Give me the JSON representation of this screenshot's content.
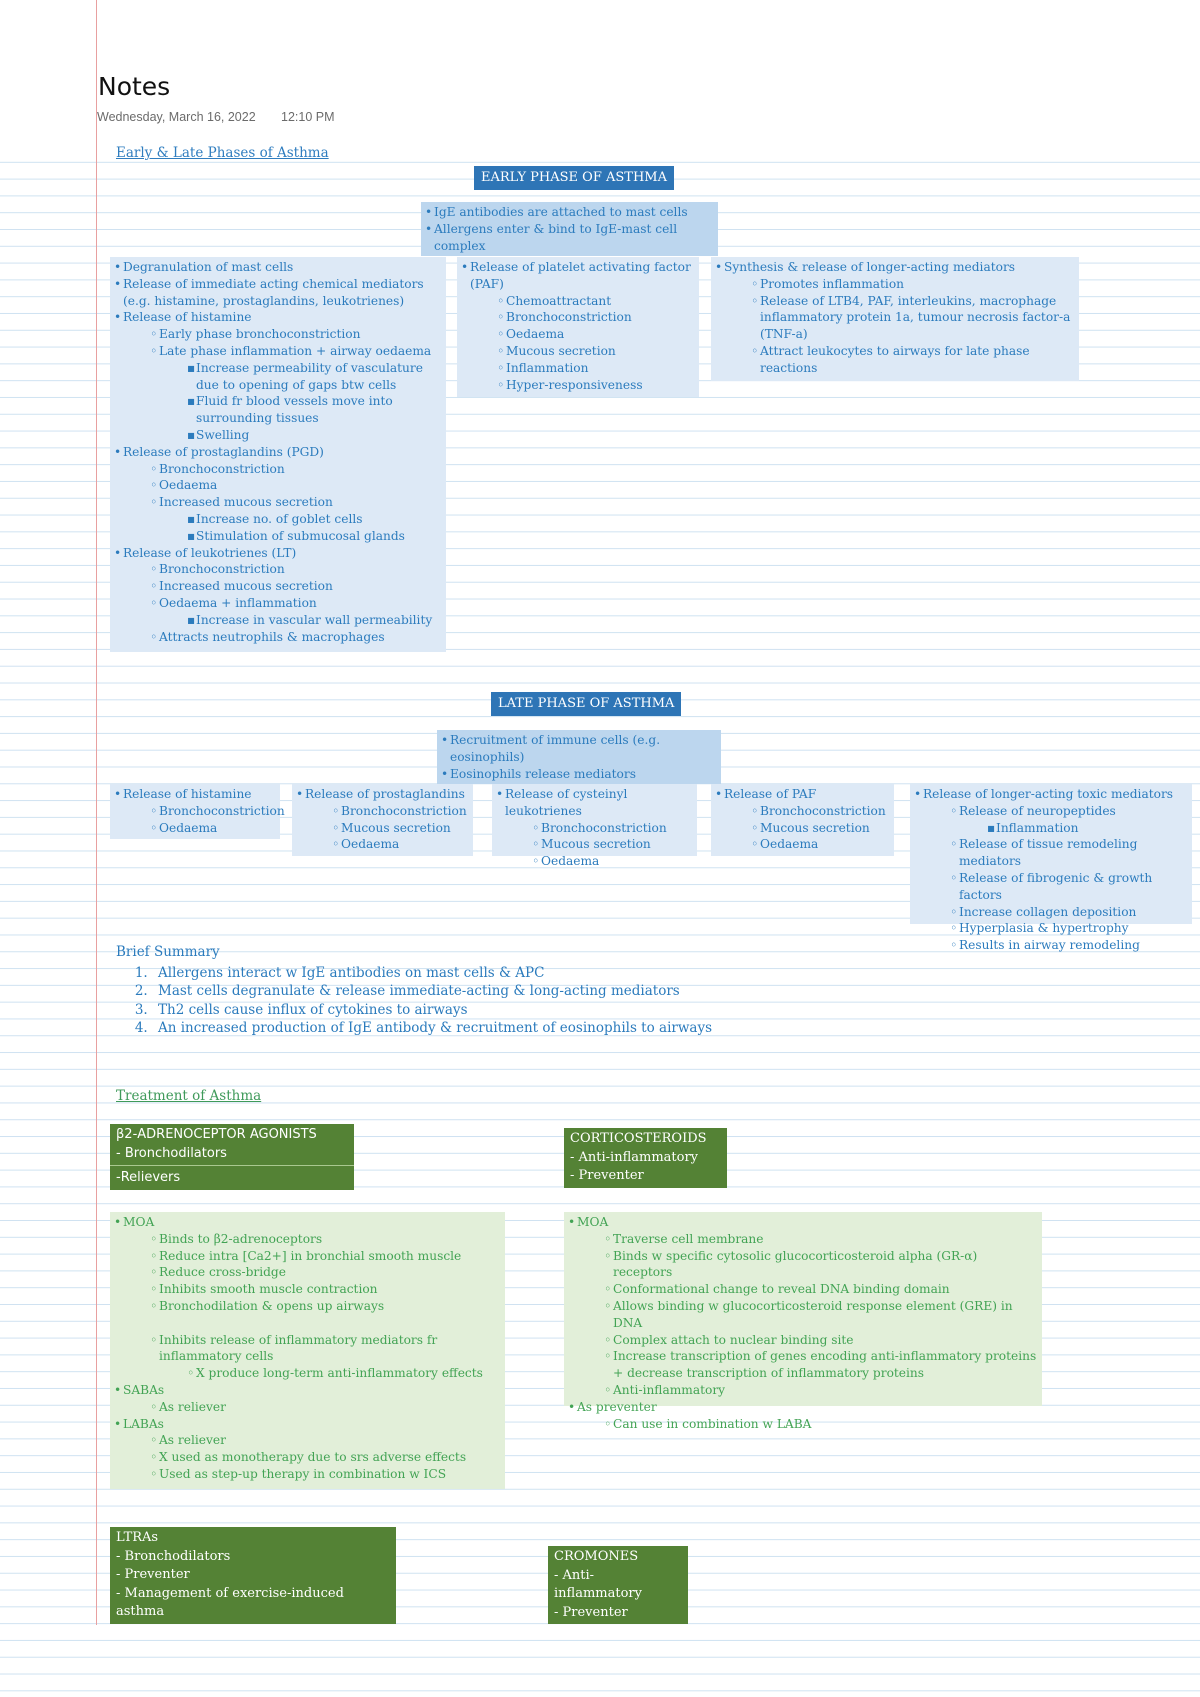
{
  "header": {
    "title": "Notes",
    "date": "Wednesday, March 16, 2022",
    "time": "12:10 PM"
  },
  "section1_title": "Early & Late Phases of Asthma",
  "early": {
    "banner": "EARLY PHASE OF ASTHMA",
    "intro": [
      "IgE antibodies are attached to mast cells",
      "Allergens enter & bind to IgE-mast cell complex"
    ],
    "col1": {
      "degranulation": "Degranulation of mast cells",
      "immediate": "Release of immediate acting chemical mediators (e.g. histamine, prostaglandins, leukotrienes)",
      "histamine": "Release of histamine",
      "histamine_sub": [
        "Early phase bronchoconstriction",
        "Late phase inflammation + airway oedaema"
      ],
      "histamine_sub2": [
        "Increase permeability of vasculature due to opening of gaps btw cells",
        "Fluid fr blood vessels move into surrounding tissues",
        "Swelling"
      ],
      "pgd": "Release of prostaglandins (PGD)",
      "pgd_sub": [
        "Bronchoconstriction",
        "Oedaema",
        "Increased mucous secretion"
      ],
      "pgd_sub2": [
        "Increase no. of goblet cells",
        "Stimulation of submucosal glands"
      ],
      "lt": "Release of leukotrienes (LT)",
      "lt_sub": [
        "Bronchoconstriction",
        "Increased mucous secretion",
        "Oedaema + inflammation"
      ],
      "lt_sub2": "Increase in vascular wall permeability",
      "lt_last": "Attracts neutrophils & macrophages"
    },
    "col2": {
      "title": "Release of platelet activating factor (PAF)",
      "items": [
        "Chemoattractant",
        "Bronchoconstriction",
        "Oedaema",
        "Mucous secretion",
        "Inflammation",
        "Hyper-responsiveness"
      ]
    },
    "col3": {
      "title": "Synthesis & release of longer-acting mediators",
      "items": [
        "Promotes inflammation",
        "Release of LTB4, PAF, interleukins, macrophage inflammatory protein 1a, tumour necrosis factor-a (TNF-a)",
        "Attract leukocytes to airways for late phase reactions"
      ]
    }
  },
  "late": {
    "banner": "LATE PHASE OF ASTHMA",
    "intro": [
      "Recruitment of immune cells (e.g. eosinophils)",
      "Eosinophils release mediators"
    ],
    "boxes": [
      {
        "title": "Release of histamine",
        "items": [
          "Bronchoconstriction",
          "Oedaema"
        ]
      },
      {
        "title": "Release of prostaglandins",
        "items": [
          "Bronchoconstriction",
          "Mucous secretion",
          "Oedaema"
        ]
      },
      {
        "title": "Release of cysteinyl leukotrienes",
        "items": [
          "Bronchoconstriction",
          "Mucous secretion",
          "Oedaema"
        ]
      },
      {
        "title": "Release of PAF",
        "items": [
          "Bronchoconstriction",
          "Mucous secretion",
          "Oedaema"
        ]
      }
    ],
    "box5": {
      "title": "Release of longer-acting toxic mediators",
      "neuro": "Release of neuropeptides",
      "neuro_sub": "Inflammation",
      "items": [
        "Release of tissue remodeling mediators",
        "Release of fibrogenic & growth factors",
        "Increase collagen deposition",
        "Hyperplasia & hypertrophy",
        "Results in airway remodeling"
      ]
    }
  },
  "summary": {
    "title": "Brief Summary",
    "items": [
      "Allergens interact w IgE antibodies on mast cells & APC",
      "Mast cells degranulate & release immediate-acting & long-acting mediators",
      "Th2 cells cause influx of cytokines to airways",
      "An increased production of IgE antibody & recruitment of eosinophils to airways"
    ]
  },
  "section2_title": "Treatment of Asthma",
  "beta2": {
    "title": "β2-ADRENOCEPTOR AGONISTS",
    "line1": "- Bronchodilators",
    "line2": "-Relievers"
  },
  "cortico": {
    "title": "CORTICOSTEROIDS",
    "lines": [
      "- Anti-inflammatory",
      "- Preventer"
    ]
  },
  "beta2_moa": {
    "moa": "MOA",
    "moa_items": [
      "Binds to β2-adrenoceptors",
      "Reduce intra [Ca2+] in bronchial smooth muscle",
      "Reduce cross-bridge",
      "Inhibits smooth muscle contraction",
      "Bronchodilation & opens up airways"
    ],
    "inhibits": "Inhibits release of inflammatory mediators fr inflammatory cells",
    "inhibits_sub": "X produce long-term anti-inflammatory effects",
    "sabas": "SABAs",
    "sabas_items": [
      "As reliever"
    ],
    "labas": "LABAs",
    "labas_items": [
      "As reliever",
      "X used as monotherapy due to srs adverse effects",
      "Used as step-up therapy in combination w ICS"
    ]
  },
  "cortico_moa": {
    "moa": "MOA",
    "moa_items": [
      "Traverse cell membrane",
      "Binds w specific cytosolic glucocorticosteroid alpha (GR-α) receptors",
      "Conformational change to reveal DNA binding domain",
      "Allows binding w glucocorticosteroid response element (GRE) in DNA",
      "Complex attach to nuclear binding site",
      "Increase transcription of genes encoding anti-inflammatory proteins + decrease transcription of inflammatory proteins",
      "Anti-inflammatory"
    ],
    "preventer": "As preventer",
    "preventer_items": [
      "Can use in combination w LABA"
    ]
  },
  "ltras": {
    "title": "LTRAs",
    "lines": [
      "- Bronchodilators",
      "- Preventer",
      "- Management of exercise-induced asthma"
    ]
  },
  "cromones": {
    "title": "CROMONES",
    "lines": [
      "- Anti-inflammatory",
      "- Preventer"
    ]
  },
  "colors": {
    "ink_blue": "#2b7bbd",
    "banner_blue": "#2e75b6",
    "box_blue_dark": "#bcd6ee",
    "box_blue_light": "#dde9f6",
    "green_dark": "#548235",
    "green_light": "#e2efd9",
    "ink_green": "#42a354"
  }
}
